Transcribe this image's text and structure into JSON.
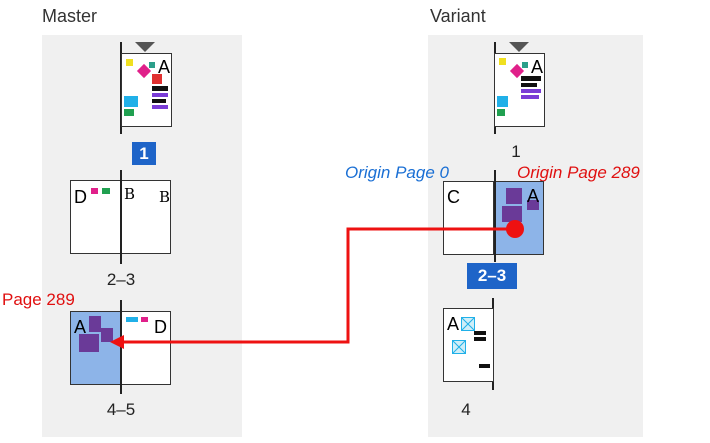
{
  "master": {
    "heading": "Master",
    "spread1": {
      "number": "1",
      "letter": "A"
    },
    "spread2": {
      "number": "2–3",
      "left_letter": "D",
      "inner_letter_left": "B",
      "right_letter": "B"
    },
    "spread3": {
      "number": "4–5",
      "left_letter": "A",
      "right_letter": "D",
      "page_label": "Page 289"
    }
  },
  "variant": {
    "heading": "Variant",
    "spread1": {
      "number": "1",
      "letter": "A"
    },
    "spread2": {
      "number": "2–3",
      "left_letter": "C",
      "right_letter": "A",
      "origin_left": "Origin Page 0",
      "origin_right": "Origin Page 289"
    },
    "spread3": {
      "number": "4",
      "letter": "A"
    }
  },
  "colors": {
    "selected_badge": "#1e64c8",
    "page_highlight": "#8db4e8",
    "arrow": "#ee1111",
    "origin_left": "#1a6fd4",
    "origin_right": "#e01010",
    "panel": "#f0f0f0"
  }
}
